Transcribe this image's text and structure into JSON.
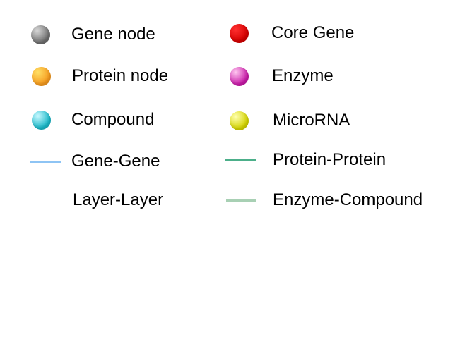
{
  "legend": {
    "nodes": [
      {
        "label": "Gene node",
        "color": "#6e6e6e",
        "highlight": "#d8d8d8",
        "icon": "sphere-icon"
      },
      {
        "label": "Core Gene",
        "color": "#d40000",
        "highlight": "#ff3030",
        "icon": "sphere-icon"
      },
      {
        "label": "Protein node",
        "color": "#f59a1e",
        "highlight": "#ffe066",
        "icon": "sphere-icon"
      },
      {
        "label": "Enzyme",
        "color": "#c81aa8",
        "highlight": "#ffc8f0",
        "icon": "sphere-icon"
      },
      {
        "label": "Compound",
        "color": "#1ab8c8",
        "highlight": "#c8f8ff",
        "icon": "sphere-icon"
      },
      {
        "label": "MicroRNA",
        "color": "#d4d400",
        "highlight": "#ffffb0",
        "icon": "sphere-icon"
      }
    ],
    "edges": [
      {
        "label": "Gene-Gene",
        "color": "#8ec4f4"
      },
      {
        "label": "Protein-Protein",
        "color": "#4caf8a"
      },
      {
        "label": "Layer-Layer",
        "color": "#ffffff"
      },
      {
        "label": "Enzyme-Compound",
        "color": "#a8d0b4"
      }
    ]
  }
}
